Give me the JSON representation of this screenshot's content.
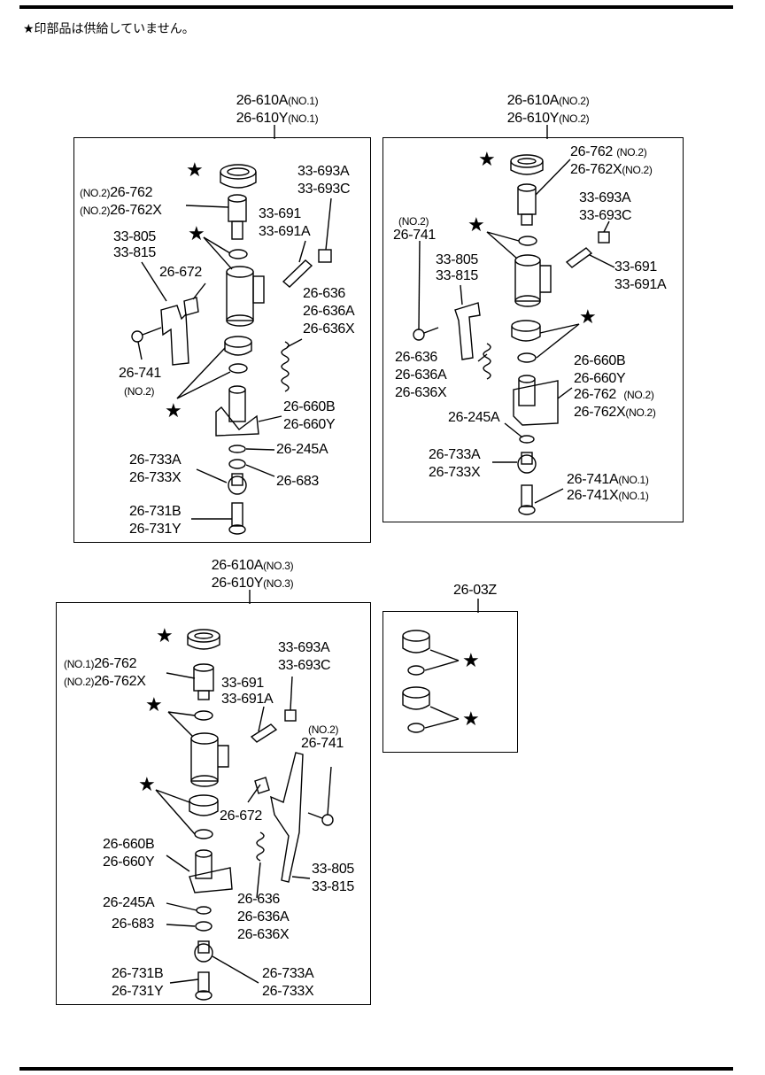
{
  "header_note": "★印部品は供給していません。",
  "panels": {
    "p1": {
      "header": [
        "26-610A",
        "(NO.1)",
        "26-610Y",
        "(NO.1)"
      ],
      "labels": {
        "l1": [
          "(NO.2)",
          "26-762"
        ],
        "l2": [
          "(NO.2)",
          "26-762X"
        ],
        "l3": "33-693A",
        "l4": "33-693C",
        "l5": "33-691",
        "l6": "33-691A",
        "l7": "33-805",
        "l8": "33-815",
        "l9": "26-672",
        "l10": "26-636",
        "l11": "26-636A",
        "l12": "26-636X",
        "l13": "26-741",
        "l14": "(NO.2)",
        "l15": "26-660B",
        "l16": "26-660Y",
        "l17": "26-245A",
        "l18": "26-733A",
        "l19": "26-733X",
        "l20": "26-683",
        "l21": "26-731B",
        "l22": "26-731Y"
      }
    },
    "p2": {
      "header": [
        "26-610A",
        "(NO.2)",
        "26-610Y",
        "(NO.2)"
      ],
      "labels": {
        "l1": [
          "26-762",
          "(NO.2)"
        ],
        "l2": [
          "26-762X",
          "(NO.2)"
        ],
        "l3": "33-693A",
        "l4": "33-693C",
        "l5": "(NO.2)",
        "l6": "26-741",
        "l7": "33-805",
        "l8": "33-815",
        "l9": "33-691",
        "l10": "33-691A",
        "l11": "26-636",
        "l12": "26-636A",
        "l13": "26-636X",
        "l14": "26-660B",
        "l15": "26-660Y",
        "l16": [
          "26-762",
          "(NO.2)"
        ],
        "l17": [
          "26-762X",
          "(NO.2)"
        ],
        "l18": "26-245A",
        "l19": "26-733A",
        "l20": "26-733X",
        "l21": [
          "26-741A",
          "(NO.1)"
        ],
        "l22": [
          "26-741X",
          "(NO.1)"
        ]
      }
    },
    "p3": {
      "header": [
        "26-610A",
        "(NO.3)",
        "26-610Y",
        "(NO.3)"
      ],
      "labels": {
        "l1": [
          "(NO.1)",
          "26-762"
        ],
        "l2": [
          "(NO.2)",
          "26-762X"
        ],
        "l3": "33-693A",
        "l4": "33-693C",
        "l5": "33-691",
        "l6": "33-691A",
        "l7": "(NO.2)",
        "l8": "26-741",
        "l9": "26-672",
        "l10": "26-660B",
        "l11": "26-660Y",
        "l12": "33-805",
        "l13": "33-815",
        "l14": "26-245A",
        "l15": "26-636",
        "l16": "26-636A",
        "l17": "26-636X",
        "l18": "26-683",
        "l19": "26-731B",
        "l20": "26-731Y",
        "l21": "26-733A",
        "l22": "26-733X"
      }
    },
    "p4": {
      "header": "26-03Z"
    }
  },
  "star_glyph": "★"
}
